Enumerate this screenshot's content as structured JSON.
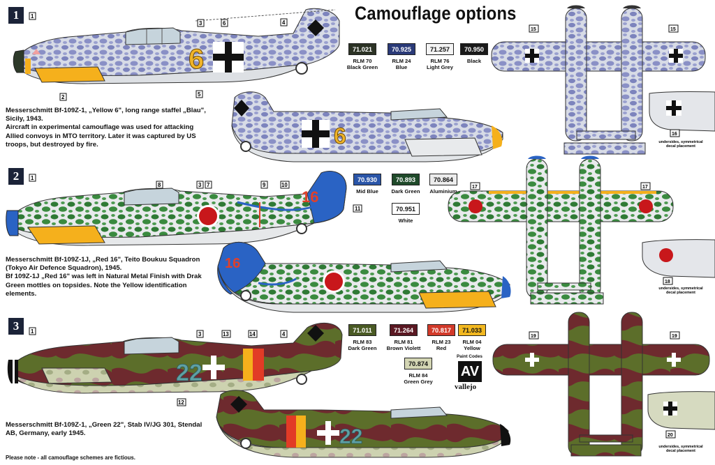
{
  "title": "Camouflage options",
  "schemes": [
    {
      "number": "1",
      "description": [
        "Messerschmitt Bf-109Z-1, „Yellow 6\", long range staffel „Blau\",",
        "Sicily, 1943.",
        "Aircraft in experimental camouflage was used for attacking",
        "Allied convoys in MTO territory. Later it was captured by US",
        "troops, but destroyed by fire."
      ],
      "code": "6",
      "swatches": [
        {
          "code": "71.021",
          "name": "RLM 70",
          "sub": "Black Green",
          "bg": "#2c3325",
          "fg": "#ffffff"
        },
        {
          "code": "70.925",
          "name": "RLM 24",
          "sub": "Blue",
          "bg": "#2a3a78",
          "fg": "#ffffff"
        },
        {
          "code": "71.257",
          "name": "RLM 76",
          "sub": "Light Grey",
          "bg": "#f4f4f4",
          "fg": "#111111"
        },
        {
          "code": "70.950",
          "name": "Black",
          "sub": "",
          "bg": "#1a1a1a",
          "fg": "#ffffff"
        }
      ],
      "callouts": [
        "1",
        "2",
        "3",
        "4",
        "5",
        "6"
      ],
      "planview_callouts": [
        "15",
        "15",
        "16"
      ],
      "underside_note": [
        "undersides, symmetrical",
        "decal placement"
      ]
    },
    {
      "number": "2",
      "description": [
        "Messerschmitt Bf-109Z-1J, „Red 16\", Teito Boukuu Squadron",
        "(Tokyo Air Defence Squadron), 1945.",
        "Bf 109Z-1J „Red 16\" was left in Natural Metal Finish with Drak",
        "Green mottles on topsides. Note the Yellow identification",
        "elements."
      ],
      "code": "16",
      "swatches": [
        {
          "code": "70.930",
          "name": "Mid Blue",
          "sub": "",
          "bg": "#2a55a8",
          "fg": "#ffffff"
        },
        {
          "code": "70.893",
          "name": "Dark Green",
          "sub": "",
          "bg": "#1f4a2a",
          "fg": "#ffffff"
        },
        {
          "code": "70.864",
          "name": "Aluminium",
          "sub": "",
          "bg": "#ececec",
          "fg": "#111111"
        },
        {
          "code": "70.951",
          "name": "White",
          "sub": "",
          "bg": "#ffffff",
          "fg": "#111111"
        }
      ],
      "callouts": [
        "1",
        "8",
        "3",
        "7",
        "9",
        "10",
        "11"
      ],
      "planview_callouts": [
        "17",
        "17",
        "18"
      ],
      "underside_note": [
        "undersides, symmetrical",
        "decal placement"
      ]
    },
    {
      "number": "3",
      "description": [
        "Messerschmitt Bf-109Z-1, „Green 22\", Stab IV/JG 301, Stendal",
        "AB, Germany, early 1945."
      ],
      "code": "22",
      "swatches": [
        {
          "code": "71.011",
          "name": "RLM 83",
          "sub": "Dark Green",
          "bg": "#4a5a24",
          "fg": "#ffffff"
        },
        {
          "code": "71.264",
          "name": "RLM 81",
          "sub": "Brown Violett",
          "bg": "#5a1822",
          "fg": "#ffffff"
        },
        {
          "code": "70.817",
          "name": "RLM 23",
          "sub": "Red",
          "bg": "#d23a2a",
          "fg": "#ffffff"
        },
        {
          "code": "71.033",
          "name": "RLM 04",
          "sub": "Yellow",
          "bg": "#f2b820",
          "fg": "#111111"
        },
        {
          "code": "70.874",
          "name": "RLM 84",
          "sub": "Green Grey",
          "bg": "#d4d6b4",
          "fg": "#111111"
        }
      ],
      "callouts": [
        "1",
        "3",
        "13",
        "14",
        "4",
        "12"
      ],
      "planview_callouts": [
        "19",
        "19",
        "20"
      ],
      "underside_note": [
        "undersides, symmetrical",
        "decal placement"
      ]
    }
  ],
  "brand": {
    "paint_codes": "Paint Codes",
    "logo": "AV",
    "name": "vallejo"
  },
  "footer_note": "Please note - all camouflage schemes are fictious.",
  "colors": {
    "rlm76": "#dfe2e6",
    "blue_mottle": "#8288bd",
    "yellow": "#f5b01c",
    "mid_blue": "#2a63c4",
    "dark_green": "#2f7a35",
    "nmf": "#e6e8ea",
    "hinomaru": "#c8171b",
    "rlm83": "#5c6e2a",
    "rlm81": "#6e2a2e",
    "rlm84": "#cdd2b0",
    "red_band": "#e23b26"
  }
}
